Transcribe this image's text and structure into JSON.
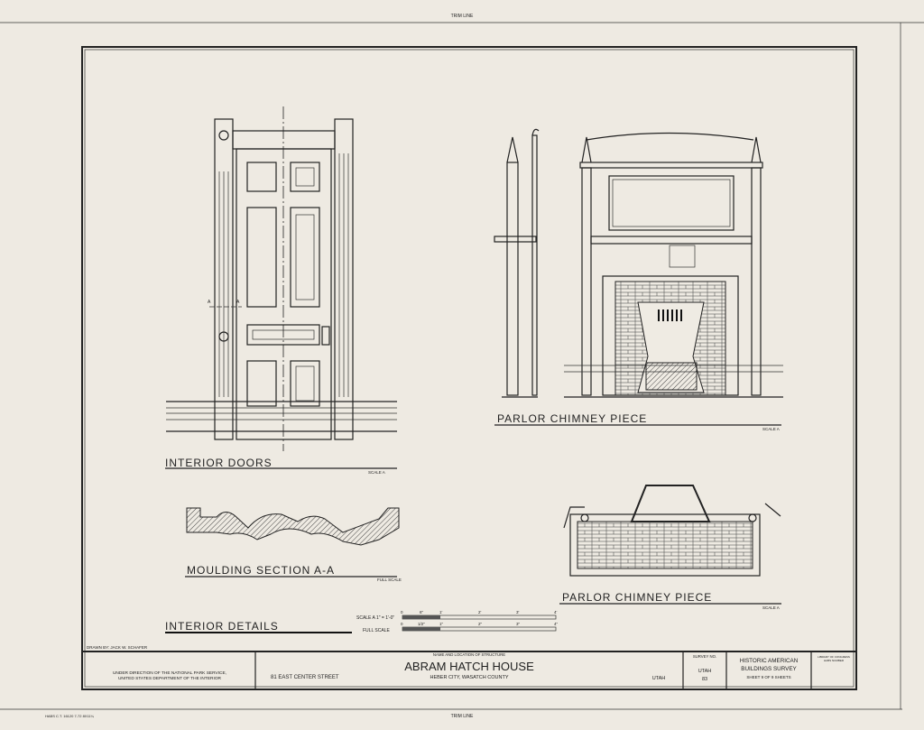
{
  "sheet": {
    "trim_line_top": "TRIM LINE",
    "trim_line_bottom": "TRIM LINE",
    "print_code": "HABS C.T. 16120 7-72 8X11¼"
  },
  "drawings": {
    "interior_doors": {
      "title": "INTERIOR DOORS",
      "scale": "SCALE A",
      "section_mark_left": "A",
      "section_mark_right": "A"
    },
    "moulding_section": {
      "title": "MOULDING SECTION A-A",
      "scale": "FULL SCALE"
    },
    "interior_details": {
      "title": "INTERIOR DETAILS"
    },
    "parlor_elevation": {
      "title": "PARLOR CHIMNEY PIECE",
      "scale": "SCALE A"
    },
    "parlor_plan": {
      "title": "PARLOR CHIMNEY PIECE",
      "scale": "SCALE A"
    }
  },
  "scales": [
    {
      "label": "SCALE A  1\" = 1'-0\"",
      "ticks": [
        "0",
        "6\"",
        "1'",
        "2'",
        "3'",
        "4'"
      ]
    },
    {
      "label": "FULL SCALE",
      "ticks": [
        "0",
        "1/2\"",
        "1\"",
        "2\"",
        "3\"",
        "4\""
      ]
    }
  ],
  "title_block": {
    "drawn_by": "DRAWN BY:  JACK W. SCHAFER",
    "direction_line1": "UNDER DIRECTION OF THE NATIONAL PARK SERVICE,",
    "direction_line2": "UNITED STATES DEPARTMENT OF THE INTERIOR",
    "address": "81 EAST CENTER STREET",
    "name_location_label": "NAME AND LOCATION OF STRUCTURE",
    "structure_name": "ABRAM HATCH HOUSE",
    "city_county": "HEBER CITY, WASATCH COUNTY",
    "state": "UTAH",
    "survey_no_label": "SURVEY NO.",
    "survey_state": "UTAH",
    "survey_number": "83",
    "org_line1": "HISTORIC AMERICAN",
    "org_line2": "BUILDINGS SURVEY",
    "sheet_info": "SHEET  9  OF  9  SHEETS",
    "library_line1": "LIBRARY OF CONGRESS",
    "library_line2": "HABS NUMBER"
  }
}
